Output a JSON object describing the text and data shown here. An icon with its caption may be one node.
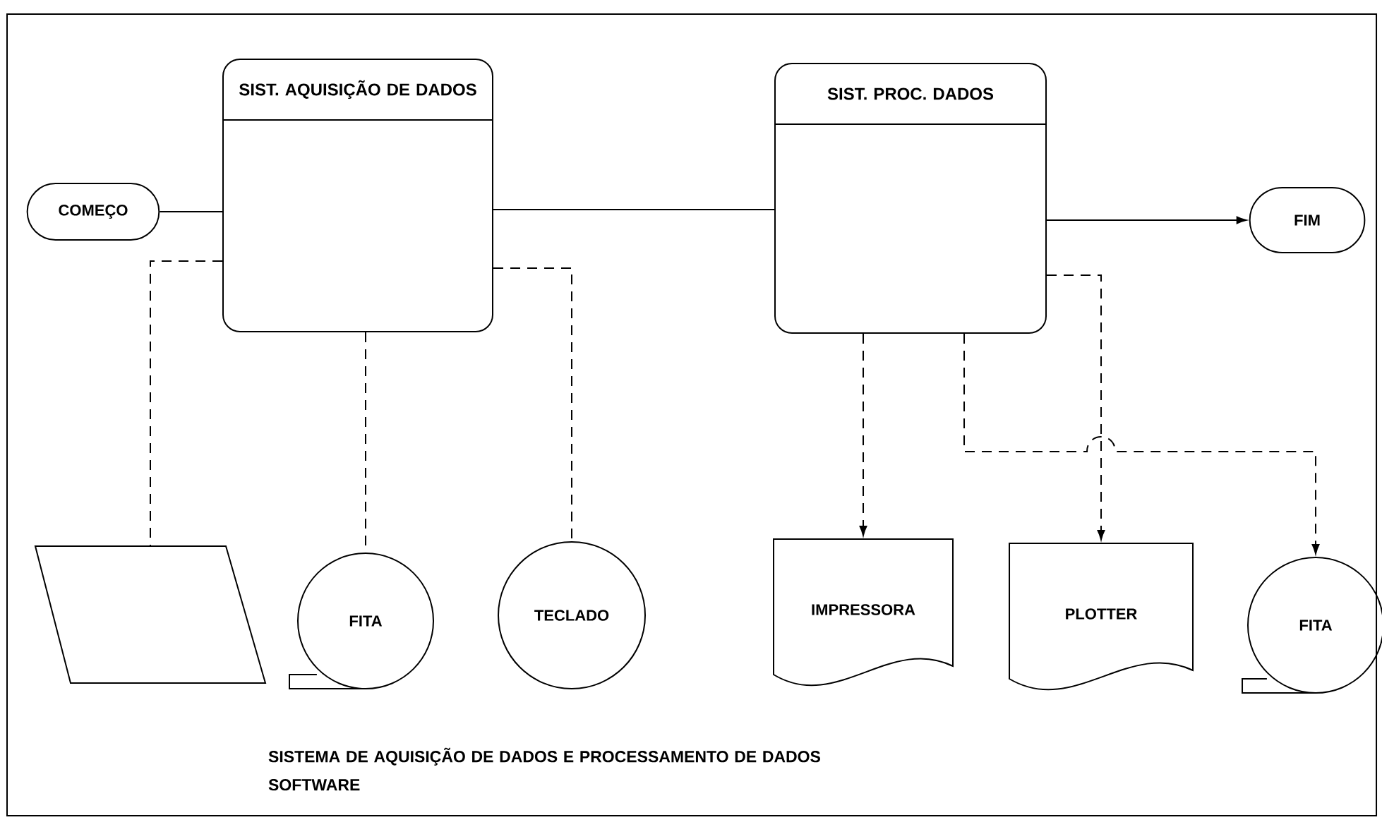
{
  "diagram": {
    "caption": "SISTEMA DE AQUISIÇÃO DE DADOS E PROCESSAMENTO DE DADOS SOFTWARE",
    "nodes": [
      {
        "text": [
          "COMEÇO"
        ]
      },
      {
        "text": [
          "SIST. AQUISIÇÃO DE DADOS"
        ]
      },
      {
        "text": [
          "SIST. PROC. DADOS"
        ]
      },
      {
        "text": [
          "FIM"
        ]
      },
      {
        "text": [],
        "shape": "parallelogram"
      },
      {
        "text": [
          "FITA"
        ]
      },
      {
        "text": [
          "TECLADO"
        ]
      },
      {
        "text": [
          "IMPRESSORA"
        ]
      },
      {
        "text": [
          "PLOTTER"
        ]
      },
      {
        "text": [
          "FITA"
        ]
      }
    ],
    "edges": [
      {
        "from": 0,
        "to": 1,
        "arrow": "none"
      },
      {
        "from": 1,
        "to": 2,
        "arrow": "none"
      },
      {
        "from": 2,
        "to": 3,
        "arrow": "to"
      },
      {
        "from": 1,
        "to": 4,
        "arrow": "none",
        "style": "dashed"
      },
      {
        "from": 1,
        "to": 5,
        "arrow": "none",
        "style": "dashed"
      },
      {
        "from": 1,
        "to": 6,
        "arrow": "none",
        "style": "dashed"
      },
      {
        "from": 2,
        "to": 7,
        "arrow": "to",
        "style": "dashed"
      },
      {
        "from": 2,
        "to": 8,
        "arrow": "to",
        "style": "dashed"
      },
      {
        "from": 2,
        "to": 9,
        "arrow": "to",
        "style": "dashed"
      }
    ]
  }
}
